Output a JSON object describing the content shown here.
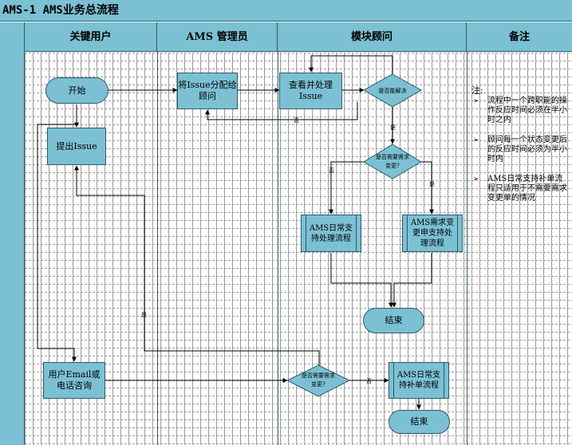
{
  "title": "AMS-1 AMS业务总流程",
  "lanes": {
    "key_user": "关键用户",
    "ams_manager": "AMS 管理员",
    "consultant": "模块顾问",
    "remarks": "备注"
  },
  "nodes": {
    "start": "开始",
    "submit_issue": "提出Issue",
    "assign_issue": "将Issue分配给顾问",
    "review_issue": "查看并处理Issue",
    "resolved_q": "是否能解决",
    "needs_change_q": "是否需要需求变更?",
    "daily_support": "AMS日常支持处理流程",
    "change_support": "AMS需求变更申支持处理流程",
    "end1": "结束",
    "email_phone": "用户Email或电话咨询",
    "needs_change_q2": "是否需要需求变更?",
    "daily_supplement": "AMS日常支持补单流程",
    "end2": "结束"
  },
  "edge_labels": {
    "resolved_no": "否",
    "resolved_yes": "是",
    "change_no": "否",
    "change_yes": "是",
    "q2_yes": "是",
    "q2_no": "否"
  },
  "remarks": {
    "heading": "注:",
    "items": [
      "流程中一个跨职能的操作反应时间必须在半小时之内",
      "顾问每一个状态变更后的反应时间必须为半小时内",
      "AMS日常支持补单流程只适用于不需要需求变更单的情况"
    ]
  }
}
